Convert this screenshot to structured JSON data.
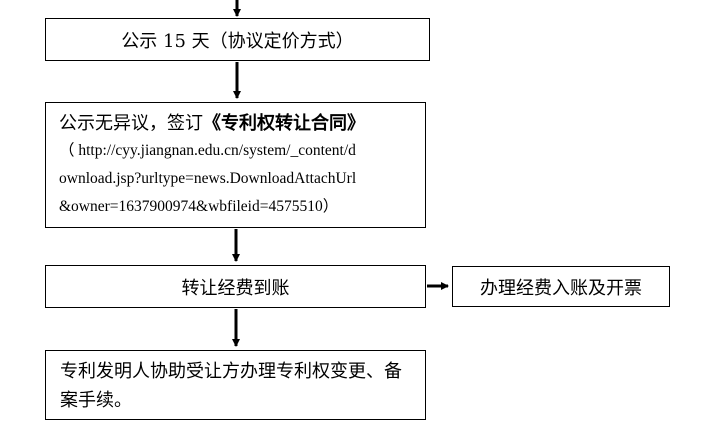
{
  "flow": {
    "step1": {
      "label": "公示 15 天（协议定价方式）"
    },
    "step2": {
      "lead": "公示无异议，签订",
      "title": "《专利权转让合同》",
      "url_line1": "（ http://cyy.jiangnan.edu.cn/system/_content/d",
      "url_line2": "ownload.jsp?urltype=news.DownloadAttachUrl",
      "url_line3": "&owner=1637900974&wbfileid=4575510）"
    },
    "step3": {
      "label": "转让经费到账"
    },
    "side_step": {
      "label": "办理经费入账及开票"
    },
    "step4": {
      "label": "专利发明人协助受让方办理专利权变更、备案手续。"
    }
  },
  "colors": {
    "line": "#000000",
    "background": "#ffffff"
  }
}
